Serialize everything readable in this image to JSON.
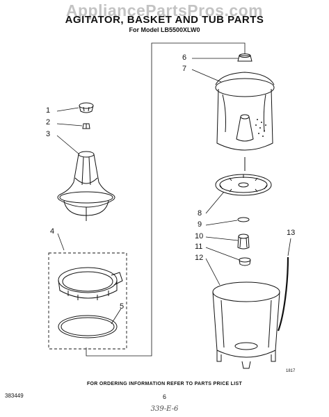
{
  "watermark": "AppliancePartsPros.com",
  "header": {
    "title": "AGITATOR, BASKET AND TUB PARTS",
    "model_line": "For Model LB5500XLW0"
  },
  "callouts": [
    "1",
    "2",
    "3",
    "4",
    "5",
    "6",
    "7",
    "8",
    "9",
    "10",
    "11",
    "12",
    "13"
  ],
  "footer": {
    "ordering_note": "FOR ORDERING INFORMATION REFER TO PARTS PRICE LIST",
    "doc_code": "383449",
    "page_number": "6",
    "handwritten_note": "339-E-6",
    "drawing_code": "1817"
  }
}
